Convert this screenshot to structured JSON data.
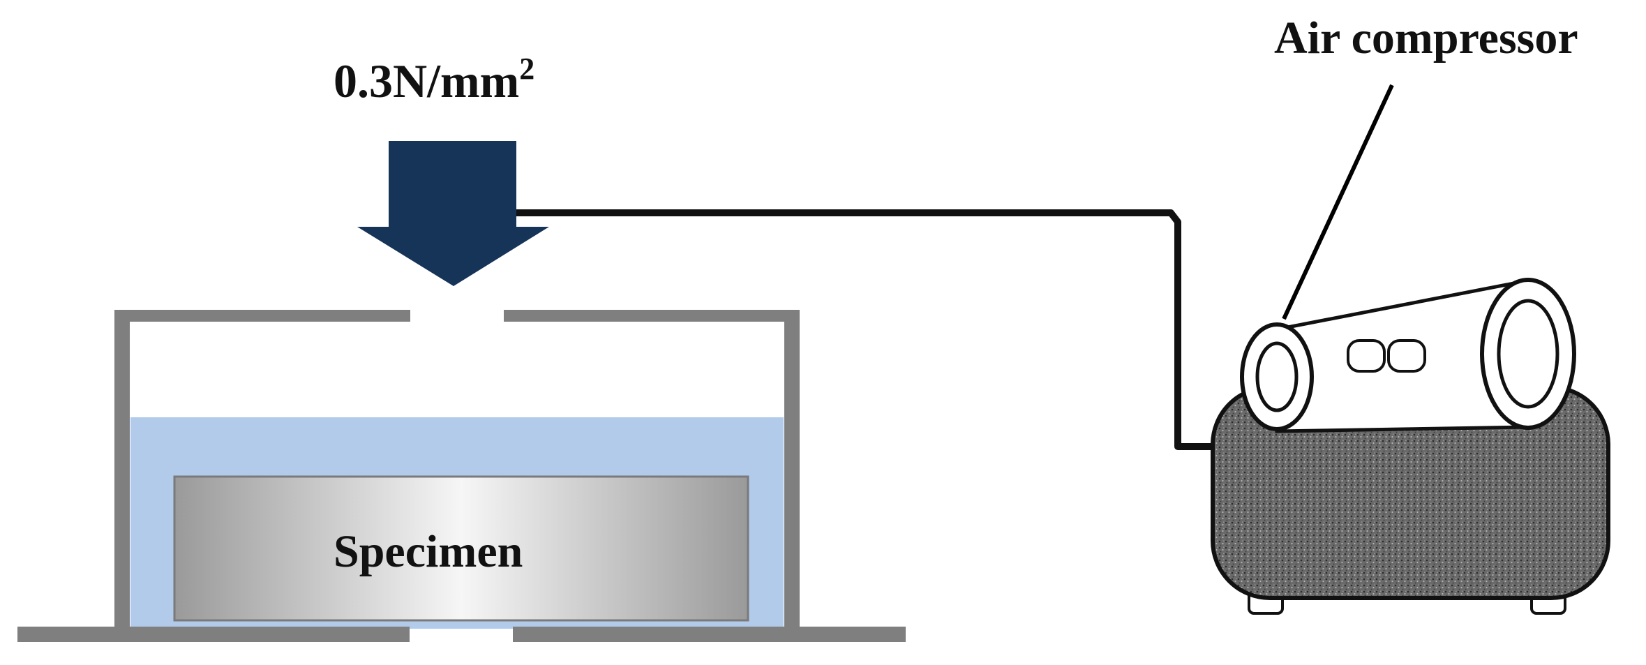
{
  "labels": {
    "pressure_value": "0.3N/mm",
    "pressure_exponent": "2",
    "compressor": "Air compressor",
    "specimen": "Specimen"
  },
  "colors": {
    "arrow": "#163358",
    "water": "#b2cbea",
    "container": "#7f7f7f",
    "hose": "#111111",
    "compressor_body": "#6f6f6f"
  },
  "icons": {
    "pressure_arrow": "down-arrow-icon",
    "compressor": "air-compressor-icon"
  }
}
